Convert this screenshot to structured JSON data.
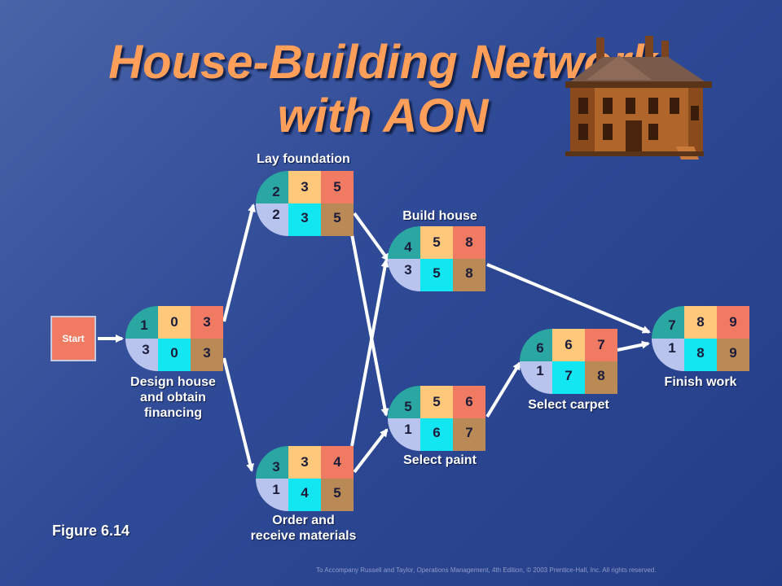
{
  "title": {
    "line1": "House-Building Network",
    "line2": "with AON"
  },
  "start_label": "Start",
  "figure_label": "Figure 6.14",
  "footer": "To Accompany Russell and Taylor, Operations Management, 4th Edition, © 2003 Prentice-Hall, Inc. All rights reserved.",
  "colors": {
    "background": "#2f4a96",
    "title": "#ff9f5a",
    "node_id": "#2aa7a2",
    "duration": "#b8c3ee",
    "early_start": "#ffc87a",
    "early_finish": "#f07a62",
    "late_start": "#12e6f0",
    "late_finish": "#b98a55",
    "arrow": "#ffffff"
  },
  "nodes": [
    {
      "key": "n1",
      "id": "1",
      "duration": "3",
      "es": "0",
      "ef": "3",
      "ls": "0",
      "lf": "3",
      "label": "Design house and obtain financing",
      "label_lines": [
        "Design house",
        "and obtain",
        "financing"
      ]
    },
    {
      "key": "n2",
      "id": "2",
      "duration": "2",
      "es": "3",
      "ef": "5",
      "ls": "3",
      "lf": "5",
      "label": "Lay foundation",
      "label_lines": [
        "Lay foundation"
      ]
    },
    {
      "key": "n3",
      "id": "3",
      "duration": "1",
      "es": "3",
      "ef": "4",
      "ls": "4",
      "lf": "5",
      "label": "Order and receive materials",
      "label_lines": [
        "Order and",
        "receive materials"
      ]
    },
    {
      "key": "n4",
      "id": "4",
      "duration": "3",
      "es": "5",
      "ef": "8",
      "ls": "5",
      "lf": "8",
      "label": "Build house",
      "label_lines": [
        "Build house"
      ]
    },
    {
      "key": "n5",
      "id": "5",
      "duration": "1",
      "es": "5",
      "ef": "6",
      "ls": "6",
      "lf": "7",
      "label": "Select paint",
      "label_lines": [
        "Select paint"
      ]
    },
    {
      "key": "n6",
      "id": "6",
      "duration": "1",
      "es": "6",
      "ef": "7",
      "ls": "7",
      "lf": "8",
      "label": "Select carpet",
      "label_lines": [
        "Select carpet"
      ]
    },
    {
      "key": "n7",
      "id": "7",
      "duration": "1",
      "es": "8",
      "ef": "9",
      "ls": "8",
      "lf": "9",
      "label": "Finish work",
      "label_lines": [
        "Finish work"
      ]
    }
  ],
  "edges": [
    {
      "from": "start",
      "to": "1"
    },
    {
      "from": "1",
      "to": "2"
    },
    {
      "from": "1",
      "to": "3"
    },
    {
      "from": "2",
      "to": "4"
    },
    {
      "from": "2",
      "to": "5"
    },
    {
      "from": "3",
      "to": "4"
    },
    {
      "from": "3",
      "to": "5"
    },
    {
      "from": "4",
      "to": "7"
    },
    {
      "from": "5",
      "to": "6"
    },
    {
      "from": "6",
      "to": "7"
    }
  ]
}
